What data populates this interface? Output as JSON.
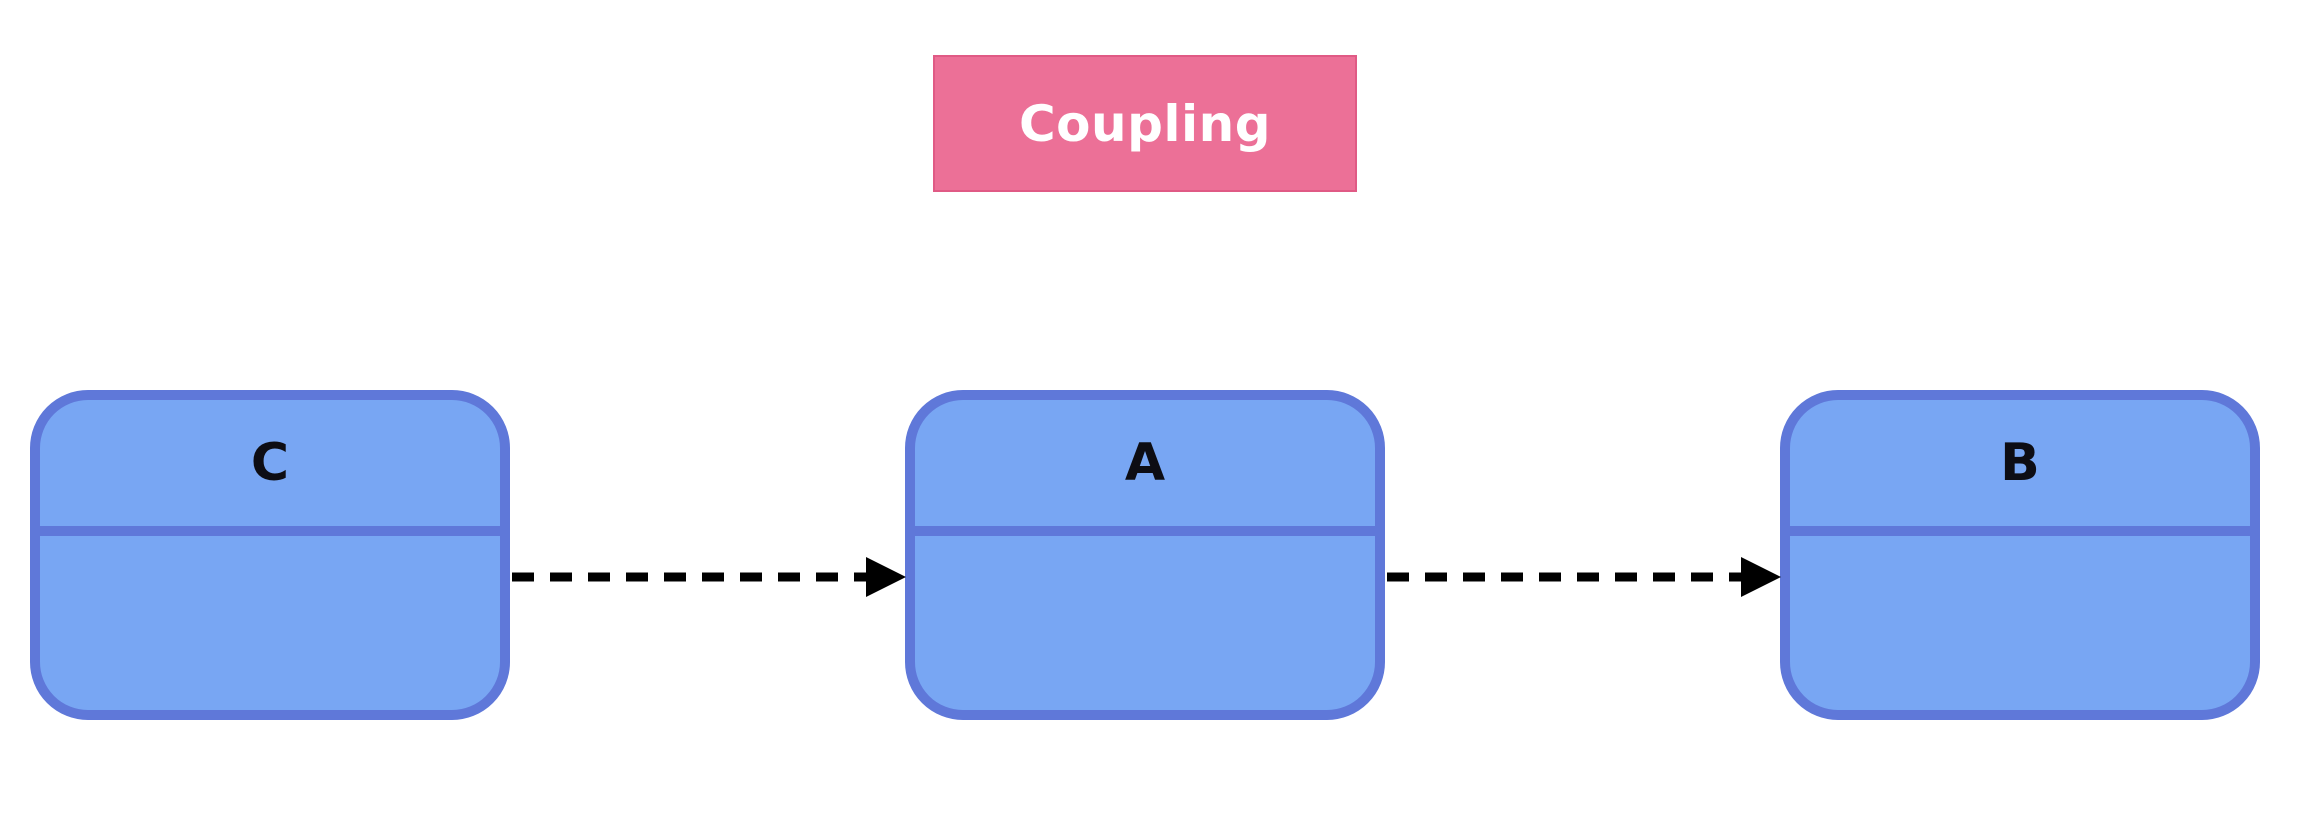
{
  "title": "Coupling",
  "classes": [
    {
      "id": "c",
      "name": "C"
    },
    {
      "id": "a",
      "name": "A"
    },
    {
      "id": "b",
      "name": "B"
    }
  ],
  "edges": [
    {
      "from": "C",
      "to": "A",
      "style": "dashed",
      "arrow": "filled-triangle"
    },
    {
      "from": "A",
      "to": "B",
      "style": "dashed",
      "arrow": "filled-triangle"
    }
  ],
  "colors": {
    "title_fill": "#ec7097",
    "title_text": "#ffffff",
    "class_fill": "#78a6f3",
    "class_border": "#5f78d9",
    "class_text": "#0d0d14",
    "edge": "#000000"
  }
}
